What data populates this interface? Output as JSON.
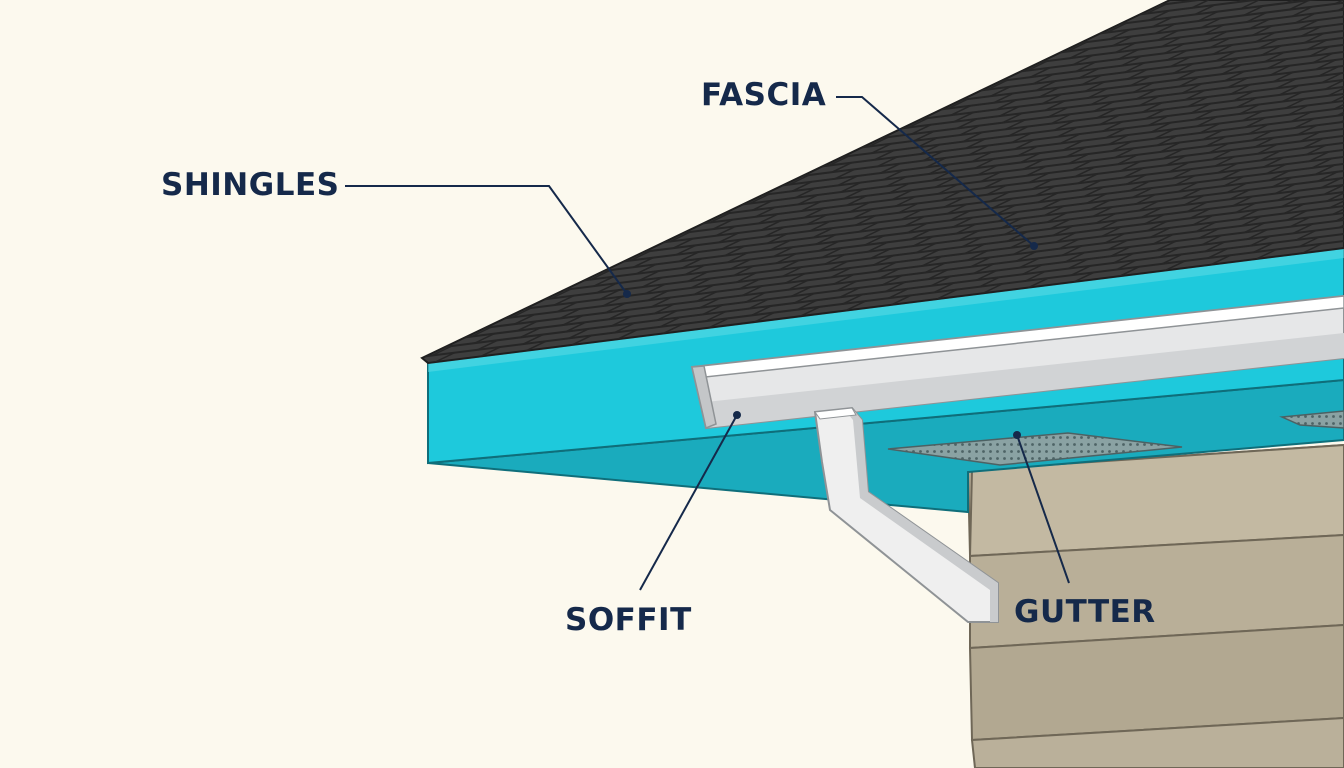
{
  "diagram": {
    "labels": {
      "shingles": "SHINGLES",
      "fascia": "FASCIA",
      "soffit": "SOFFIT",
      "gutter": "GUTTER"
    },
    "colors": {
      "background": "#fcf9ee",
      "label_text": "#15294a",
      "leader_line": "#15294a",
      "shingles": "#3e3e3e",
      "shingle_lines": "#262626",
      "fascia": "#1ec9dc",
      "soffit": "#1aabbd",
      "gutter": "#f3f3f3",
      "gutter_shadow": "#c9cbcd",
      "siding": "#b7ad96",
      "soffit_vent": "#6e8a8c"
    },
    "icons": [
      "soffit-vent-icon"
    ]
  }
}
